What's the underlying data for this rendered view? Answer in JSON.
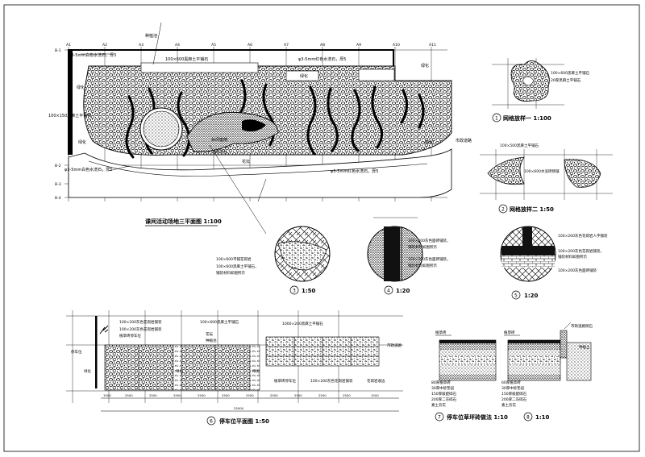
{
  "plan_main": {
    "title": "课间活动场地三平面图 1:100",
    "labels": [
      "种植池",
      "φ3-5mm白色水洗石，厚5",
      "100×600黑麻土平铺石",
      "φ3-5mm红色水洗石，厚5",
      "绿化",
      "绿化",
      "100×150黑麻土平铺石",
      "绿化",
      "φ3-5mm白色水洗石，厚5",
      "φ3-5mm红色水洗石，厚5",
      "绿化",
      "市政道路",
      "绿化",
      "休闲座椅",
      "活动平台",
      "花坛"
    ]
  },
  "detail_1": {
    "title": "网格放样一 1:100",
    "num": "1",
    "labels": [
      "100×600黑麻土平铺石",
      "20厚黑麻土平铺石"
    ]
  },
  "detail_2": {
    "title": "网格放样二 1:50",
    "num": "2",
    "labels": [
      "100×500黑麻土平铺石",
      "100×600水泥砖侧铺"
    ]
  },
  "detail_3": {
    "title": "1:50",
    "num": "3",
    "labels": [
      "100×600平铺花岗岩",
      "100×600黑麻土平铺石，",
      "铺装材料如图所示"
    ]
  },
  "detail_4": {
    "title": "1:20",
    "num": "4",
    "labels": [
      "100×200灰色面砖铺装，",
      "铺装材料如图所示",
      "100×200灰色面砖铺装，",
      "铺装材料如图所示"
    ]
  },
  "detail_5": {
    "title": "1:20",
    "num": "5",
    "labels": [
      "100×200灰色花岗岩人字铺装",
      "100×200灰色花岗岩铺装，",
      "铺装材料如图所示",
      "100×200灰色面砖铺装"
    ]
  },
  "plan_parking": {
    "title": "停车位平面图 1:50",
    "num": "6",
    "labels": [
      "100×200灰色花岗岩铺装",
      "100×200灰色花岗岩铺装",
      "植草砖停车位",
      "100×600黑麻土平铺石",
      "1000×200黑麻土平铺石",
      "花坛",
      "种植池",
      "绿化",
      "绿化",
      "绿化",
      "停车位",
      "市政道路",
      "植草砖停车位",
      "100×200灰色花岗岩铺装",
      "花岗岩收边"
    ],
    "dims": [
      "1500",
      "2500",
      "2500",
      "2500",
      "2500",
      "2500",
      "2500",
      "2500",
      "2500",
      "2500",
      "2500",
      "1500"
    ],
    "total": "25000"
  },
  "detail_7": {
    "title": "停车位草坪砖做法 1:10",
    "num": "7",
    "head": "植草砖",
    "layers": [
      "80厚植草砖",
      "30厚中砂垫层",
      "150厚级配碎石",
      "200厚二灰碎石",
      "素土夯实"
    ]
  },
  "detail_8": {
    "title": "1:10",
    "num": "8",
    "head": "植草砖",
    "right_top": "市政道路侧石",
    "right_mid": "种植土",
    "layers": [
      "60厚植草砖",
      "30厚中砂垫层",
      "150厚级配碎石",
      "200厚二灰碎石",
      "素土夯实"
    ]
  },
  "grid_top": [
    "A1",
    "A2",
    "A3",
    "A4",
    "A5",
    "A6",
    "A7",
    "A8",
    "A9",
    "A10",
    "A11"
  ],
  "grid_left": [
    "B-1",
    "B-2",
    "B-3",
    "B-4"
  ],
  "colors": {
    "ink": "#000000",
    "paper": "#ffffff",
    "hatch": "#444444"
  }
}
